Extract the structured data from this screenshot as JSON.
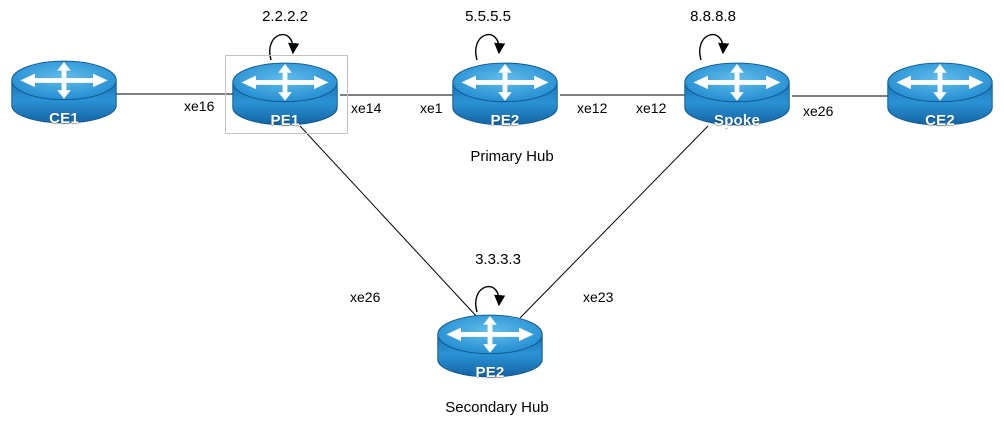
{
  "diagram_type": "network-topology",
  "colors": {
    "router_blue": "#2190d0",
    "router_blue_dark": "#145e9e",
    "router_blue_light": "#5cbbea",
    "link_line": "#000000",
    "node_text": "#ffffff",
    "label_text": "#000000"
  },
  "nodes": [
    {
      "id": "ce1",
      "label": "CE1"
    },
    {
      "id": "pe1",
      "label": "PE1",
      "loopback": "2.2.2.2"
    },
    {
      "id": "pe2_primary",
      "label": "PE2",
      "loopback": "5.5.5.5",
      "caption": "Primary Hub"
    },
    {
      "id": "spoke",
      "label": "Spoke",
      "loopback": "8.8.8.8"
    },
    {
      "id": "ce2",
      "label": "CE2"
    },
    {
      "id": "pe2_secondary",
      "label": "PE2",
      "loopback": "3.3.3.3",
      "caption": "Secondary Hub"
    }
  ],
  "links": [
    {
      "from": "CE1",
      "to": "PE2 (Primary Hub)? no - PE1",
      "to_port": "xe16"
    },
    {
      "from": "PE1",
      "to": "PE2 (Primary Hub)",
      "from_port": "xe14",
      "to_port": "xe1"
    },
    {
      "from": "PE2 (Primary Hub)",
      "to": "Spoke",
      "from_port": "xe12",
      "to_port": "xe12"
    },
    {
      "from": "Spoke",
      "to": "CE2",
      "from_port": "xe26"
    },
    {
      "from": "PE1",
      "to": "PE2 (Secondary Hub)",
      "from_port": "xe26"
    },
    {
      "from": "Spoke",
      "to": "PE2 (Secondary Hub)",
      "from_port": "xe23"
    }
  ]
}
